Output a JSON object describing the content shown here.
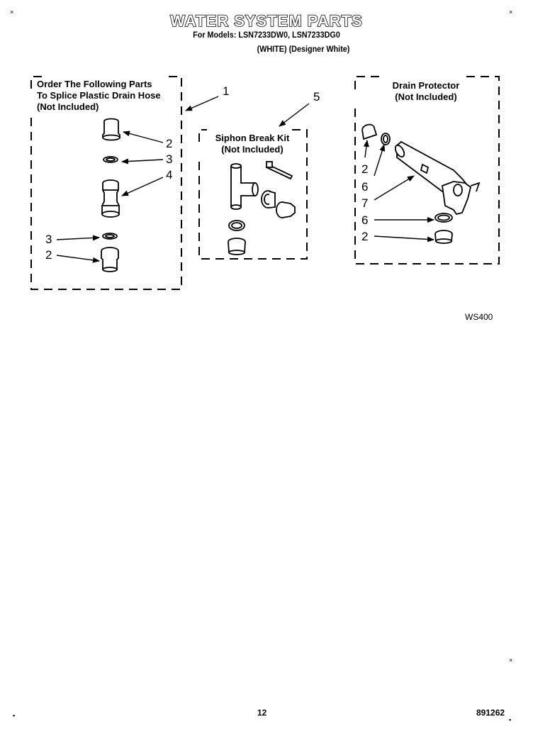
{
  "header": {
    "title": "WATER SYSTEM PARTS",
    "models_line": "For Models: LSN7233DW0, LSN7233DG0",
    "colors_line": "(WHITE)  (Designer White)"
  },
  "groups": {
    "splice": {
      "label_lines": [
        "Order The Following Parts",
        "To Splice Plastic Drain Hose",
        "(Not Included)"
      ]
    },
    "siphon": {
      "label_lines": [
        "Siphon Break Kit",
        "(Not Included)"
      ]
    },
    "drain": {
      "label_lines": [
        "Drain Protector",
        "(Not Included)"
      ]
    }
  },
  "callouts": {
    "c1": "1",
    "c2_top": "2",
    "c3_top": "3",
    "c4": "4",
    "c3_bottom": "3",
    "c2_bottom": "2",
    "c5": "5",
    "c2_drain_top": "2",
    "c6_drain_top": "6",
    "c7": "7",
    "c6_drain_bottom": "6",
    "c2_drain_bottom": "2"
  },
  "footer": {
    "diagram_code": "WS400",
    "page_number": "12",
    "doc_number": "891262"
  },
  "marks": {
    "corner_mark": "×",
    "dot_mark": "▪"
  }
}
